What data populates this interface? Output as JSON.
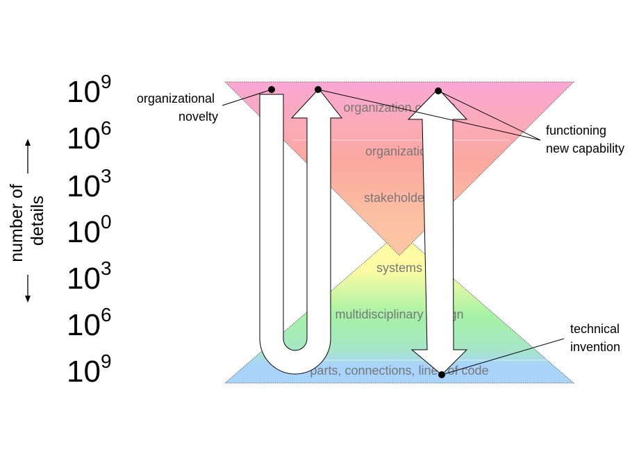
{
  "axis": {
    "title_line1": "number of",
    "title_line2": "details",
    "scale": [
      {
        "base": "10",
        "exp": "9"
      },
      {
        "base": "10",
        "exp": "6"
      },
      {
        "base": "10",
        "exp": "3"
      },
      {
        "base": "10",
        "exp": "0"
      },
      {
        "base": "10",
        "exp": "3"
      },
      {
        "base": "10",
        "exp": "6"
      },
      {
        "base": "10",
        "exp": "9"
      }
    ]
  },
  "layers": [
    "organization context",
    "organization",
    "stakeholders",
    "systems",
    "multidisciplinary design",
    "parts, connections, lines of code"
  ],
  "annotations": {
    "organizational_novelty": [
      "organizational",
      "novelty"
    ],
    "functioning_new_capability": [
      "functioning",
      "new capability"
    ],
    "technical_invention": [
      "technical",
      "invention"
    ]
  },
  "colors": {
    "pink": "#f9a8d4",
    "salmon": "#fba7a0",
    "peach": "#fcc8a4",
    "yellow": "#fdfba4",
    "green": "#a6f2a6",
    "blue": "#a8d4fb",
    "layer_text": "#777777"
  }
}
